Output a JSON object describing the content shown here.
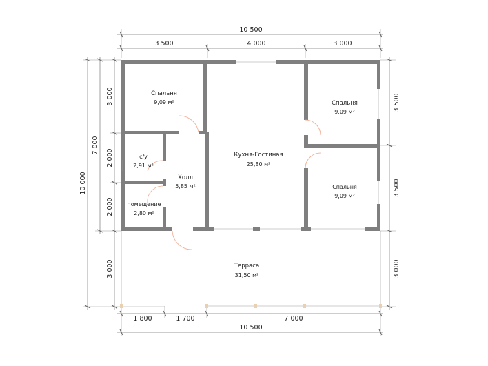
{
  "dimensions": {
    "top_total": "10 500",
    "top_segments": [
      "3 500",
      "4 000",
      "3 000"
    ],
    "bottom_segments": [
      "1 800",
      "1 700",
      "7 000"
    ],
    "bottom_total": "10 500",
    "left_total": "10 000",
    "left_house": "7 000",
    "left_segments": [
      "3 000",
      "2 000",
      "2 000",
      "3 000"
    ],
    "right_segments": [
      "3 500",
      "3 500",
      "3 000"
    ]
  },
  "rooms": {
    "bedroom_tl": {
      "name": "Спальня",
      "area": "9,09 м²"
    },
    "bedroom_tr": {
      "name": "Спальня",
      "area": "9,09 м²"
    },
    "bedroom_br": {
      "name": "Спальня",
      "area": "9,09 м²"
    },
    "kitchen": {
      "name": "Кухня-Гостиная",
      "area": "25,80 м²"
    },
    "bathroom": {
      "name": "с/у",
      "area": "2,91 м²"
    },
    "hall": {
      "name": "Холл",
      "area": "5,85 м²"
    },
    "utility": {
      "name": "помещение",
      "area": "2,80 м²"
    },
    "terrace": {
      "name": "Терраса",
      "area": "31,50 м²"
    }
  },
  "colors": {
    "wall": "#7f7f7f",
    "door_swing": "#f0a890",
    "dimension": "#7a7a7a"
  }
}
